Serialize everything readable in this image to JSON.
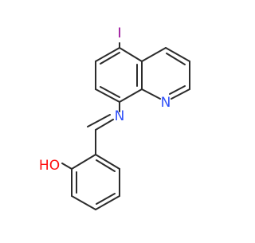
{
  "molecule": {
    "atoms": {
      "iodine": "I",
      "quinoline_nitrogen": "N",
      "imine_nitrogen": "N",
      "hydroxyl": "HO"
    },
    "colors": {
      "bond": "#2b2b2b",
      "carbon_label": "#000000",
      "iodine": "#940094",
      "nitrogen": "#3050f8",
      "oxygen": "#ff0d0d",
      "background": "#ffffff"
    }
  }
}
